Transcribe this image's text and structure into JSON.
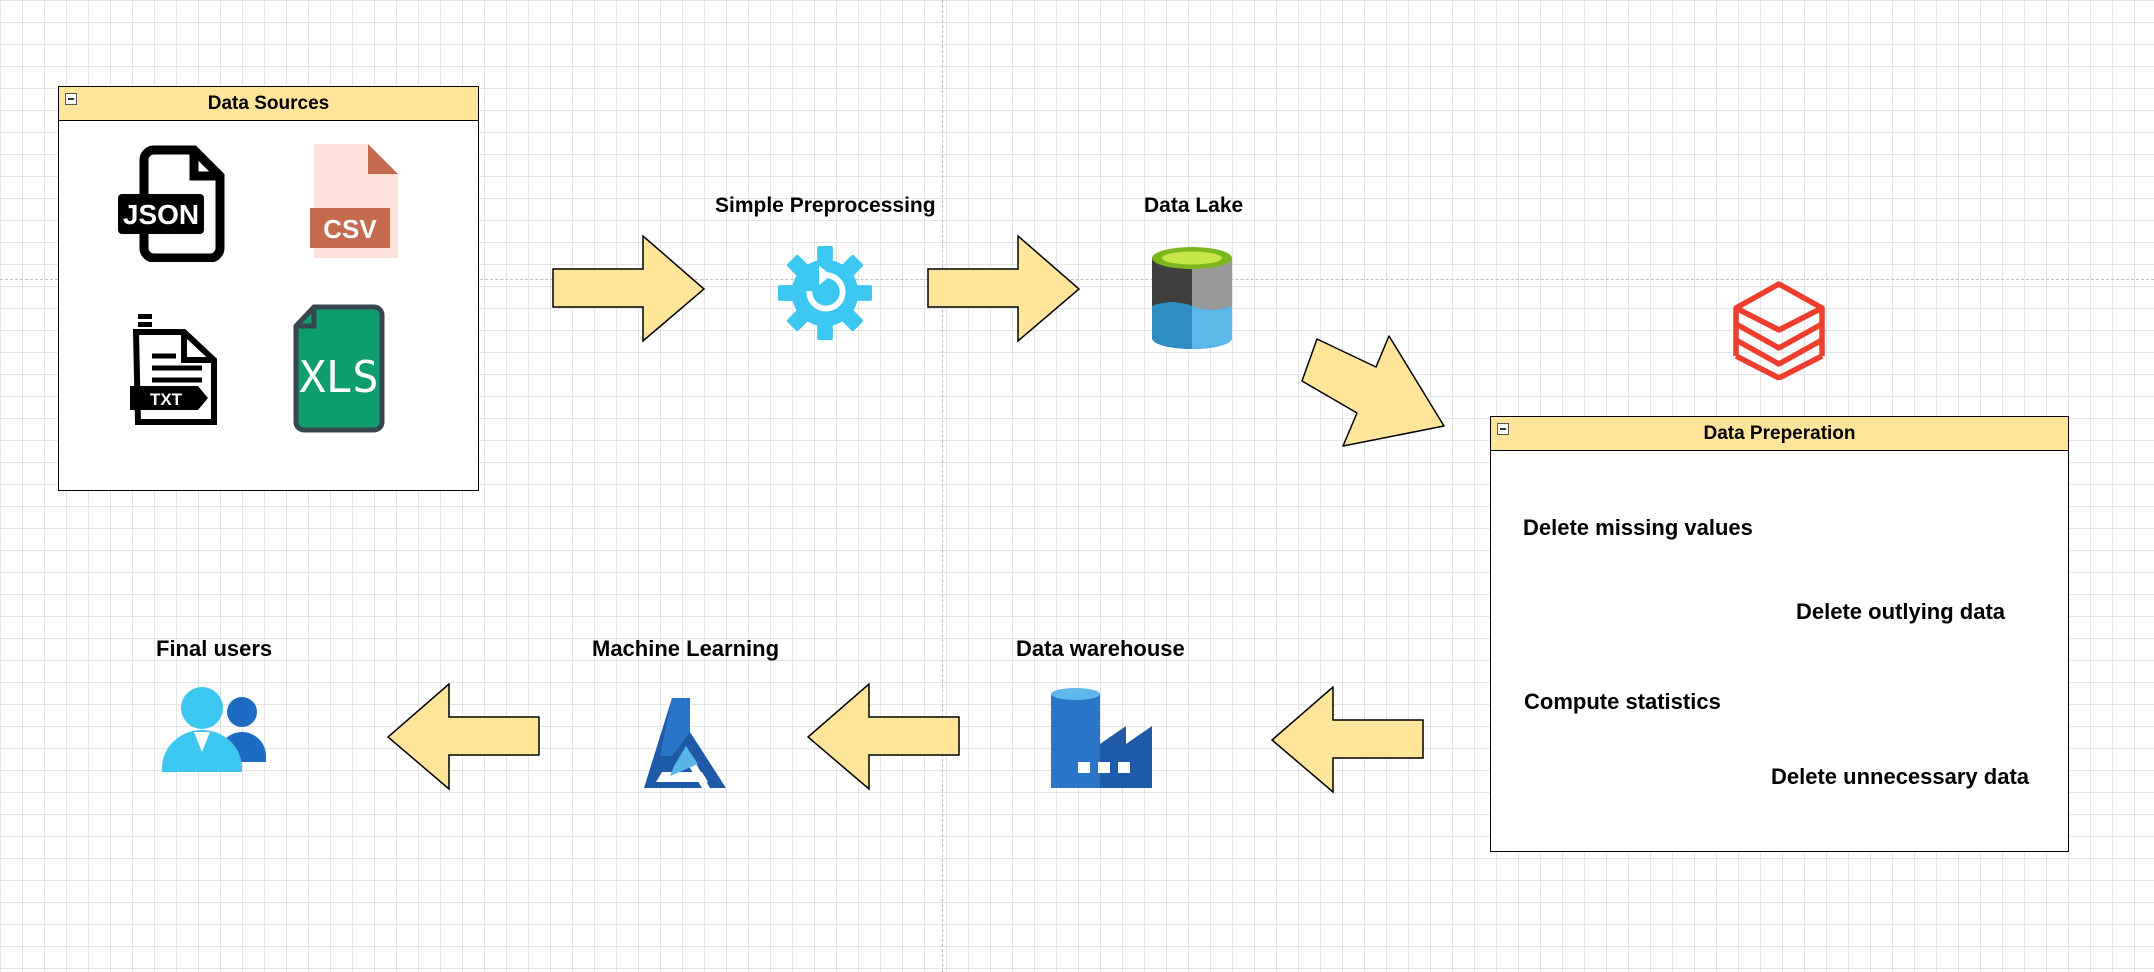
{
  "sources": {
    "title": "Data Sources",
    "json_label": "JSON",
    "csv_label": "CSV",
    "txt_label": "TXT",
    "xls_label": "XLS"
  },
  "nodes": {
    "preprocessing": "Simple Preprocessing",
    "data_lake": "Data Lake",
    "warehouse": "Data warehouse",
    "ml": "Machine Learning",
    "final_users": "Final users"
  },
  "preparation": {
    "title": "Data Preperation",
    "steps": [
      "Delete missing values",
      "Delete outlying data",
      "Compute statistics",
      "Delete unnecessary data"
    ]
  },
  "colors": {
    "arrow_fill": "#ffe599",
    "header_fill": "#ffe599",
    "gear": "#3cc7f0",
    "databricks": "#ef3e2d",
    "xls": "#0e9e6d",
    "csv": "#c46a4e"
  }
}
